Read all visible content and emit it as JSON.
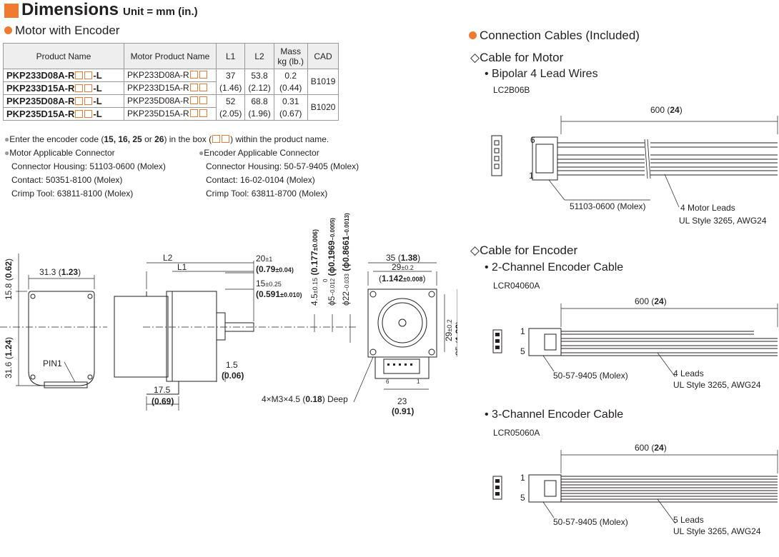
{
  "header": {
    "title": "Dimensions",
    "unit": "Unit = mm (in.)"
  },
  "motor_section": {
    "title": "Motor with Encoder"
  },
  "table": {
    "headers": [
      "Product Name",
      "Motor Product Name",
      "L1",
      "L2",
      "Mass kg (lb.)",
      "CAD"
    ],
    "rows": [
      {
        "product": "PKP233D08A-R",
        "suffix": "-L",
        "motor": "PKP233D08A-R"
      },
      {
        "product": "PKP233D15A-R",
        "suffix": "-L",
        "motor": "PKP233D15A-R"
      },
      {
        "product": "PKP235D08A-R",
        "suffix": "-L",
        "motor": "PKP235D08A-R"
      },
      {
        "product": "PKP235D15A-R",
        "suffix": "-L",
        "motor": "PKP235D15A-R"
      }
    ],
    "groups": [
      {
        "l1": "37",
        "l1_in": "(1.46)",
        "l2": "53.8",
        "l2_in": "(2.12)",
        "mass": "0.2",
        "mass_in": "(0.44)",
        "cad": "B1019"
      },
      {
        "l1": "52",
        "l1_in": "(2.05)",
        "l2": "68.8",
        "l2_in": "(1.96)",
        "mass": "0.31",
        "mass_in": "(0.67)",
        "cad": "B1020"
      }
    ]
  },
  "notes": {
    "encoder_code_pre": "Enter the encoder code (",
    "codes": "15, 16, 25",
    "or": " or ",
    "code_last": "26",
    "encoder_code_post": ") in the box (",
    "encoder_code_end": ") within the product name.",
    "motor_conn_title": "Motor Applicable Connector",
    "motor_conn": [
      "Connector Housing: 51103-0600 (Molex)",
      "Contact: 50351-8100 (Molex)",
      "Crimp Tool: 63811-8100 (Molex)"
    ],
    "enc_conn_title": "Encoder Applicable Connector",
    "enc_conn": [
      "Connector Housing: 50-57-9405 (Molex)",
      "Contact: 16-02-0104 (Molex)",
      "Crimp Tool: 63811-8700 (Molex)"
    ]
  },
  "drawing": {
    "front_view": {
      "dim_width": "31.3",
      "dim_width_in": "1.23",
      "dim_top": "15.8",
      "dim_top_in": "0.62",
      "dim_low": "31.6",
      "dim_low_in": "1.24",
      "pin_label": "PIN1",
      "dim_17_5": "17.5",
      "dim_17_5_in": "(0.69)"
    },
    "side_view": {
      "l2": "L2",
      "l1": "L1",
      "dim_20": "20",
      "tol_20": "±1",
      "dim_20_in": "(0.79",
      "tol_20_in": "±0.04)",
      "dim_15": "15",
      "tol_15": "±0.25",
      "dim_15_in": "(0.591",
      "tol_15_in": "±0.010)",
      "dim_1_5": "1.5",
      "dim_1_5_in": "(0.06)",
      "vert_45": "4.5",
      "vert_45_tol": "±0.15",
      "vert_45_in": "(0.177",
      "vert_45_in_tol": "±0.006)",
      "vert_5": "ϕ5",
      "vert_5_tol": "−0.012",
      "vert_5_in": "(ϕ0.1969",
      "vert_5_in_tol": "−0.0005)",
      "vert_22": "ϕ22",
      "vert_22_tol": "−0.033",
      "vert_22_in": "(ϕ0.8661",
      "vert_22_in_tol": "−0.0013)",
      "zero": "0"
    },
    "rear_view": {
      "dim_35": "35",
      "dim_35_in": "1.38",
      "dim_29": "29",
      "tol_29": "±0.2",
      "dim_29_in": "1.142",
      "tol_29_in": "±0.008",
      "dim_23": "23",
      "dim_23_in": "(0.91)",
      "pins_left": "6",
      "pins_right": "1",
      "holes": "4×M3×4.5 (",
      "holes_in": "0.18",
      "holes_end": ") Deep"
    }
  },
  "cables": {
    "title": "Connection Cables (Included)",
    "motor": {
      "title": "Cable for Motor",
      "subtitle": "Bipolar 4 Lead Wires",
      "code": "LC2B06B",
      "length": "600",
      "length_in": "24",
      "pin_top": "6",
      "pin_bottom": "1",
      "connector": "51103-0600 (Molex)",
      "leads": "4 Motor Leads",
      "ul": "UL Style 3265, AWG24"
    },
    "encoder_title": "Cable for Encoder",
    "enc2": {
      "subtitle": "2-Channel Encoder Cable",
      "code": "LCR04060A",
      "length": "600",
      "length_in": "24",
      "pin_top": "1",
      "pin_bottom": "5",
      "connector": "50-57-9405 (Molex)",
      "leads": "4 Leads",
      "ul": "UL Style 3265, AWG24"
    },
    "enc3": {
      "subtitle": "3-Channel Encoder Cable",
      "code": "LCR05060A",
      "length": "600",
      "length_in": "24",
      "pin_top": "1",
      "pin_bottom": "5",
      "connector": "50-57-9405 (Molex)",
      "leads": "5 Leads",
      "ul": "UL Style 3265, AWG24"
    }
  },
  "colors": {
    "accent": "#ee7b2f",
    "line": "#231f20",
    "table_header": "#eeeeee"
  }
}
